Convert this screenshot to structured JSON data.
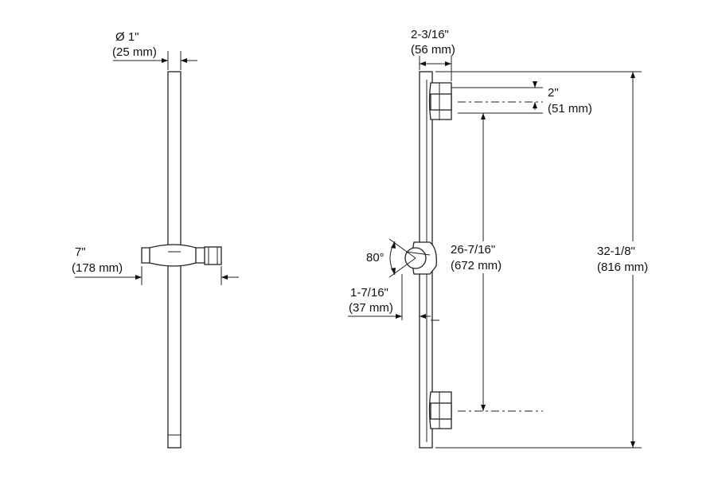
{
  "left_view": {
    "diameter": {
      "imperial": "Ø 1\"",
      "metric": "(25 mm)"
    },
    "holder_depth": {
      "imperial": "7\"",
      "metric": "(178 mm)"
    }
  },
  "right_view": {
    "bracket_width": {
      "imperial": "2-3/16\"",
      "metric": "(56 mm)"
    },
    "bracket_offset": {
      "imperial": "2\"",
      "metric": "(51 mm)"
    },
    "holder_angle": {
      "value": "80°"
    },
    "holder_height": {
      "imperial": "1-7/16\"",
      "metric": "(37 mm)"
    },
    "mount_spacing": {
      "imperial": "26-7/16\"",
      "metric": "(672 mm)"
    },
    "overall_length": {
      "imperial": "32-1/8\"",
      "metric": "(816 mm)"
    }
  }
}
